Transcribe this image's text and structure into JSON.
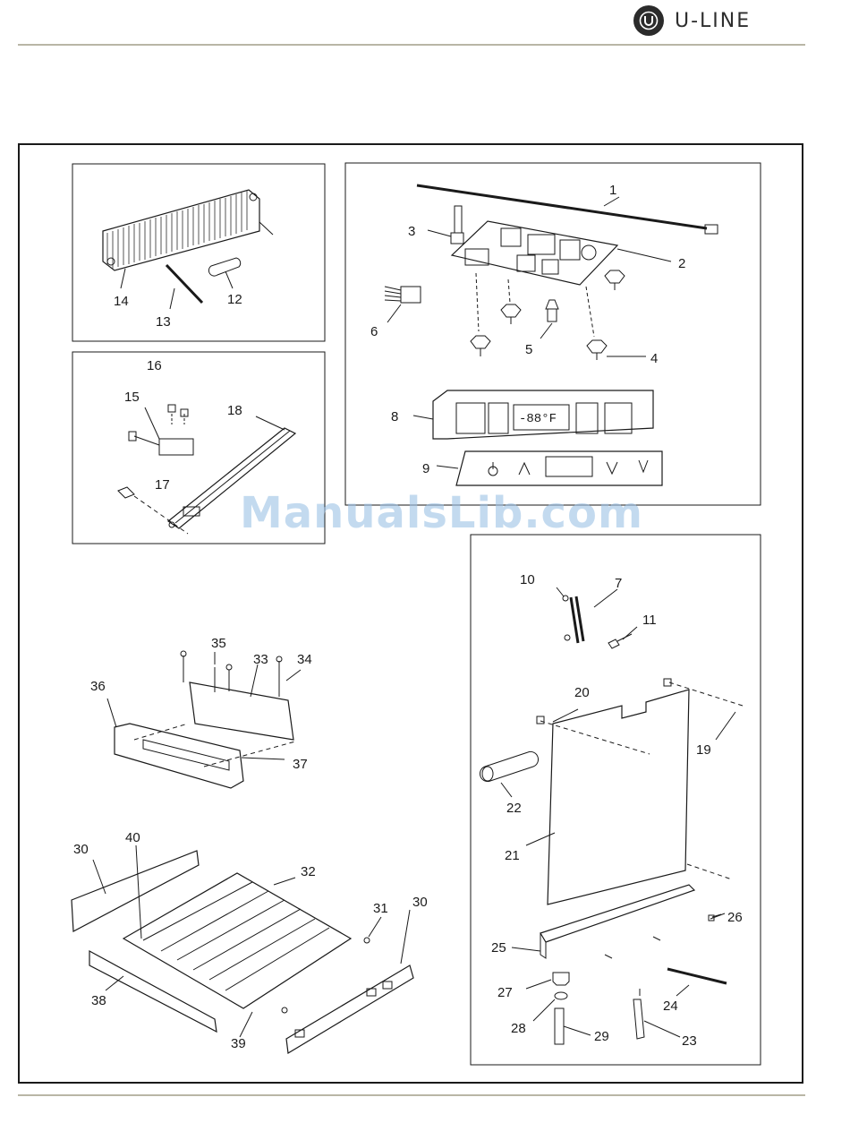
{
  "header": {
    "brand": "U-LINE",
    "logo_letter": "U"
  },
  "watermark": "ManualsLib.com",
  "callouts": {
    "c1": "1",
    "c2": "2",
    "c3": "3",
    "c4": "4",
    "c5": "5",
    "c6": "6",
    "c7": "7",
    "c8": "8",
    "c9": "9",
    "c10": "10",
    "c11": "11",
    "c12": "12",
    "c13": "13",
    "c14": "14",
    "c15": "15",
    "c16": "16",
    "c17": "17",
    "c18": "18",
    "c19": "19",
    "c20": "20",
    "c21": "21",
    "c22": "22",
    "c23": "23",
    "c24": "24",
    "c25": "25",
    "c26": "26",
    "c27": "27",
    "c28": "28",
    "c29": "29",
    "c30a": "30",
    "c30b": "30",
    "c31": "31",
    "c32": "32",
    "c33": "33",
    "c34": "34",
    "c35": "35",
    "c36": "36",
    "c37": "37",
    "c38": "38",
    "c39": "39",
    "c40": "40"
  },
  "display_readout": "-88°F"
}
